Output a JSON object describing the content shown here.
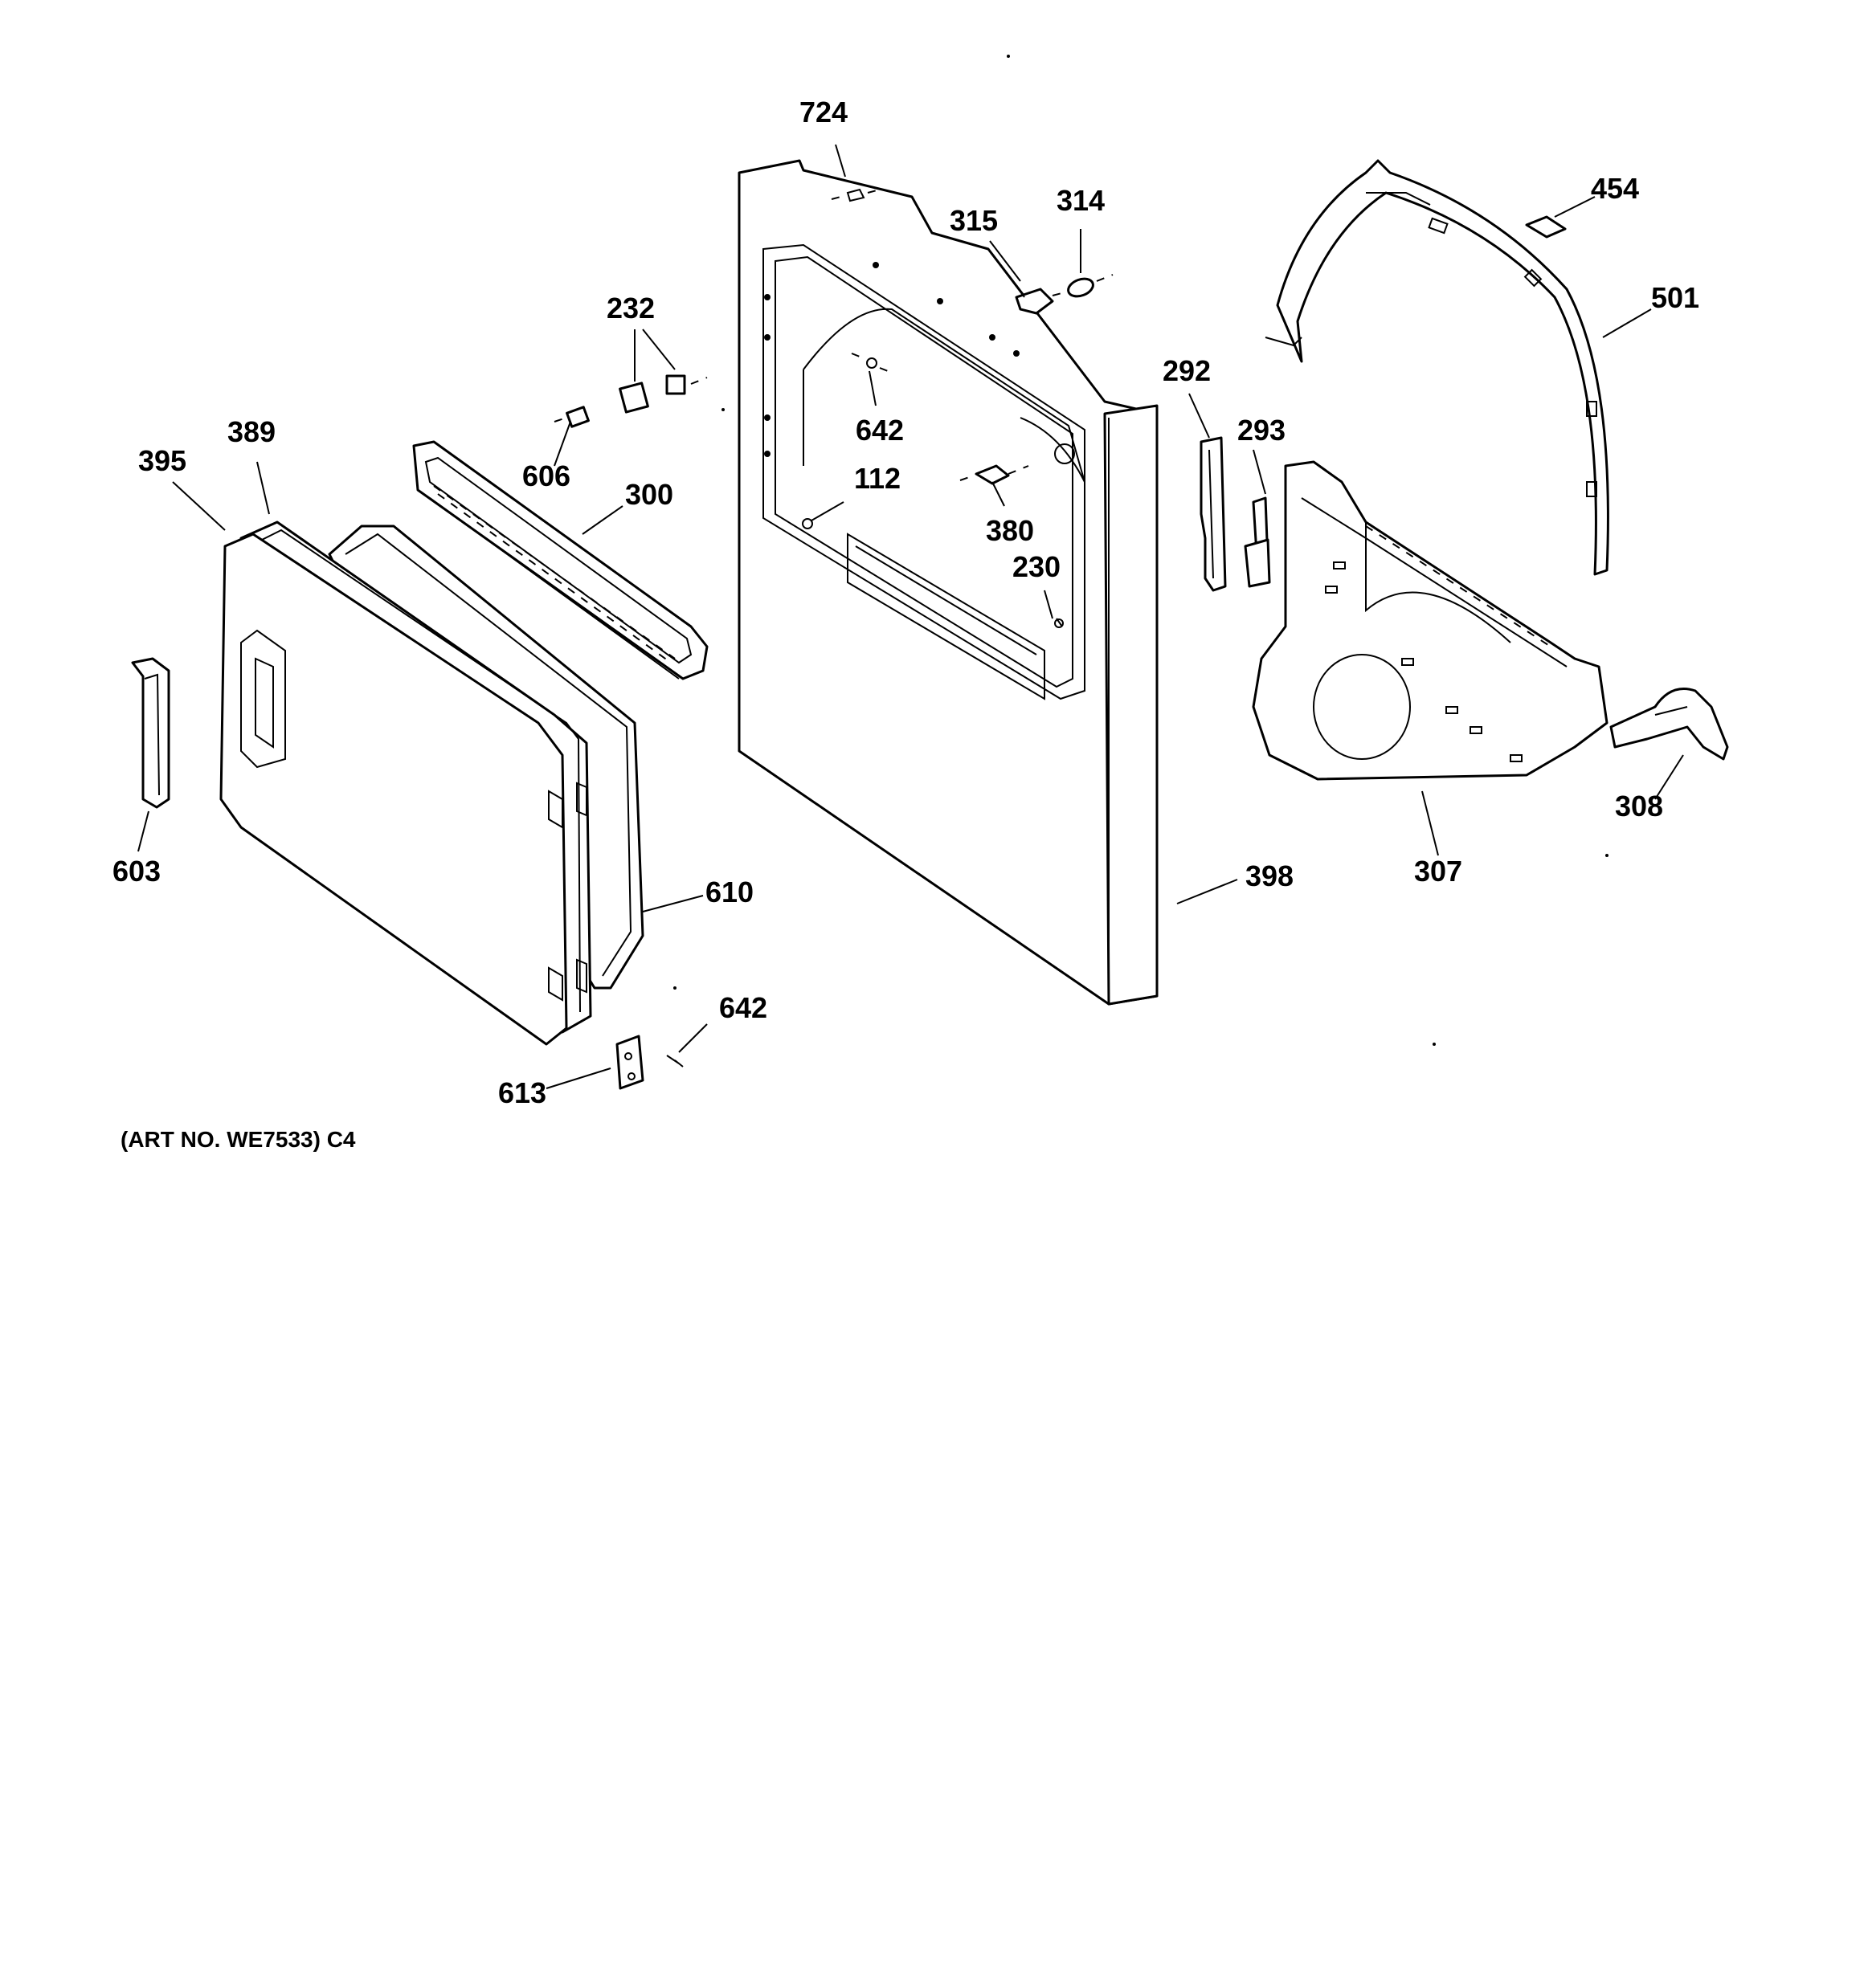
{
  "diagram": {
    "caption": "(ART NO. WE7533) C4",
    "callouts": {
      "c724": "724",
      "c315": "315",
      "c314": "314",
      "c454": "454",
      "c501": "501",
      "c232": "232",
      "c292": "292",
      "c293": "293",
      "c642a": "642",
      "c112": "112",
      "c380": "380",
      "c230": "230",
      "c395": "395",
      "c389": "389",
      "c606": "606",
      "c300": "300",
      "c603": "603",
      "c610": "610",
      "c642b": "642",
      "c613": "613",
      "c398": "398",
      "c307": "307",
      "c308": "308"
    }
  }
}
